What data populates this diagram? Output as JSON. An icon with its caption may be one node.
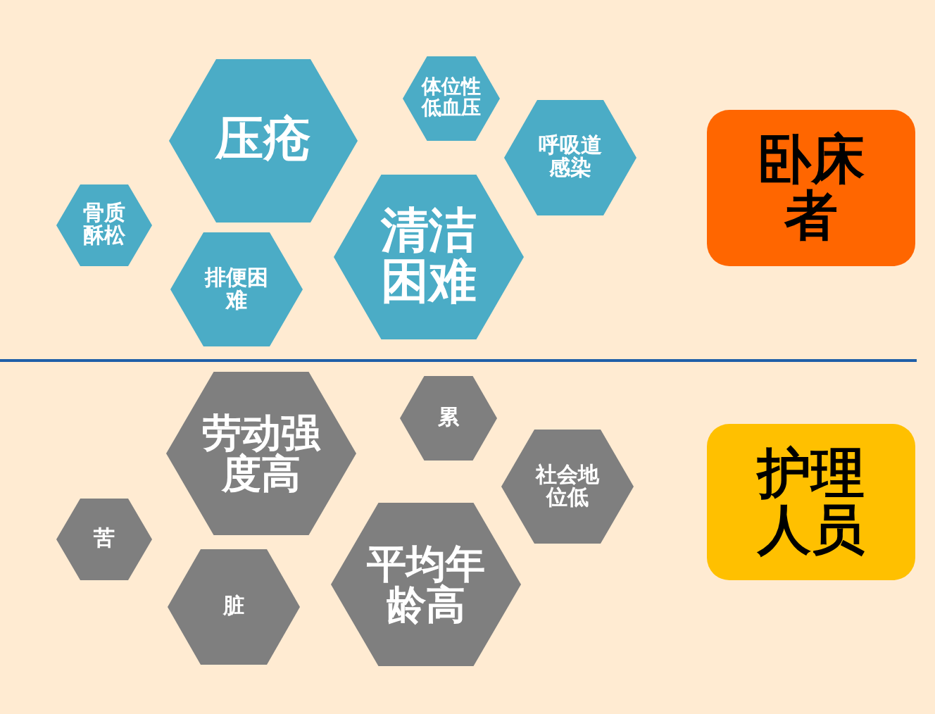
{
  "diagram": {
    "nodes": [
      {
        "text": [
          "压疮"
        ]
      },
      {
        "text": [
          "体位性低血压"
        ]
      },
      {
        "text": [
          "呼吸道感染"
        ]
      },
      {
        "text": [
          "骨质酥松"
        ]
      },
      {
        "text": [
          "清洁困难"
        ]
      },
      {
        "text": [
          "排便困难"
        ]
      },
      {
        "text": [
          "卧床者"
        ]
      },
      {
        "text": [
          "劳动强度高"
        ]
      },
      {
        "text": [
          "累"
        ]
      },
      {
        "text": [
          "社会地位低"
        ]
      },
      {
        "text": [
          "苦"
        ]
      },
      {
        "text": [
          "平均年龄高"
        ]
      },
      {
        "text": [
          "脏"
        ]
      },
      {
        "text": [
          "护理人员"
        ]
      }
    ]
  }
}
